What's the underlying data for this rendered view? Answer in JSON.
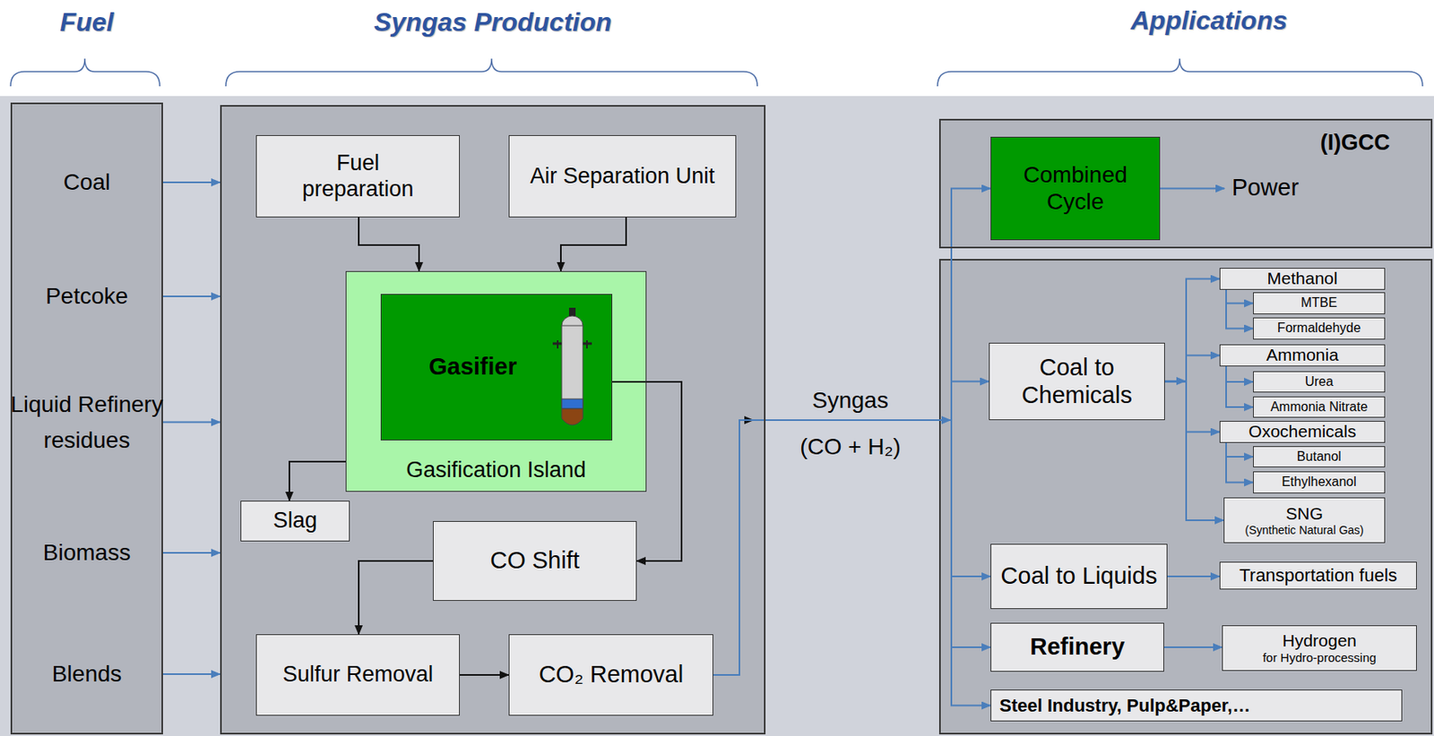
{
  "diagram": {
    "nodes": [
      {
        "text": [
          "Fuel"
        ]
      },
      {
        "text": [
          "Coal"
        ],
        "in": 0
      },
      {
        "text": [
          "Petcoke"
        ],
        "in": 0
      },
      {
        "text": [
          "Liquid Refinery residues"
        ],
        "in": 0
      },
      {
        "text": [
          "Biomass"
        ],
        "in": 0
      },
      {
        "text": [
          "Blends"
        ],
        "in": 0
      },
      {
        "text": [
          "Syngas Production"
        ]
      },
      {
        "text": [
          "Fuel preparation"
        ],
        "in": 6
      },
      {
        "text": [
          "Air Separation Unit"
        ],
        "in": 6
      },
      {
        "text": [
          "Gasification Island"
        ],
        "in": 6
      },
      {
        "text": [
          "Gasifier"
        ],
        "in": 9
      },
      {
        "text": [
          "Slag"
        ],
        "in": 6
      },
      {
        "text": [
          "CO Shift"
        ],
        "in": 6
      },
      {
        "text": [
          "Sulfur Removal"
        ],
        "in": 6
      },
      {
        "text": [
          "CO₂ Removal"
        ],
        "in": 6
      },
      {
        "text": [
          "(I)GCC"
        ]
      },
      {
        "text": [
          "Combined Cycle"
        ],
        "in": 15
      },
      {
        "text": [
          "Power"
        ],
        "in": 15
      },
      {
        "text": [
          "Coal to Chemicals"
        ]
      },
      {
        "text": [
          "Methanol"
        ]
      },
      {
        "text": [
          "MTBE"
        ]
      },
      {
        "text": [
          "Formaldehyde"
        ]
      },
      {
        "text": [
          "Ammonia"
        ]
      },
      {
        "text": [
          "Urea"
        ]
      },
      {
        "text": [
          "Ammonia Nitrate"
        ]
      },
      {
        "text": [
          "Oxochemicals"
        ]
      },
      {
        "text": [
          "Butanol"
        ]
      },
      {
        "text": [
          "Ethylhexanol"
        ]
      },
      {
        "text": [
          "SNG",
          "(Synthetic Natural Gas)"
        ]
      },
      {
        "text": [
          "Coal to Liquids"
        ]
      },
      {
        "text": [
          "Transportation fuels"
        ]
      },
      {
        "text": [
          "Refinery"
        ]
      },
      {
        "text": [
          "Hydrogen",
          "for Hydro-processing"
        ]
      },
      {
        "text": [
          "Steel Industry, Pulp&Paper,…"
        ]
      }
    ],
    "edges": [
      {
        "from": 1,
        "to": 6,
        "arrow": "to"
      },
      {
        "from": 2,
        "to": 6,
        "arrow": "to"
      },
      {
        "from": 3,
        "to": 6,
        "arrow": "to"
      },
      {
        "from": 4,
        "to": 6,
        "arrow": "to"
      },
      {
        "from": 5,
        "to": 6,
        "arrow": "to"
      },
      {
        "from": 7,
        "to": 9,
        "arrow": "to"
      },
      {
        "from": 8,
        "to": 9,
        "arrow": "to"
      },
      {
        "from": 9,
        "to": 11,
        "arrow": "to"
      },
      {
        "from": 10,
        "to": 12,
        "arrow": "to"
      },
      {
        "from": 12,
        "to": 13,
        "arrow": "to"
      },
      {
        "from": 13,
        "to": 14,
        "arrow": "to"
      },
      {
        "from": 14,
        "to": 16,
        "arrow": "to"
      },
      {
        "from": 14,
        "to": 18,
        "arrow": "to"
      },
      {
        "from": 14,
        "to": 29,
        "arrow": "to"
      },
      {
        "from": 14,
        "to": 31,
        "arrow": "to"
      },
      {
        "from": 14,
        "to": 33,
        "arrow": "to"
      },
      {
        "from": 16,
        "to": 17,
        "arrow": "to"
      },
      {
        "from": 18,
        "to": 19,
        "arrow": "to"
      },
      {
        "from": 18,
        "to": 22,
        "arrow": "to"
      },
      {
        "from": 18,
        "to": 25,
        "arrow": "to"
      },
      {
        "from": 18,
        "to": 28,
        "arrow": "to"
      },
      {
        "from": 19,
        "to": 20,
        "arrow": "to"
      },
      {
        "from": 19,
        "to": 21,
        "arrow": "to"
      },
      {
        "from": 22,
        "to": 23,
        "arrow": "to"
      },
      {
        "from": 22,
        "to": 24,
        "arrow": "to"
      },
      {
        "from": 25,
        "to": 26,
        "arrow": "to"
      },
      {
        "from": 25,
        "to": 27,
        "arrow": "to"
      },
      {
        "from": 29,
        "to": 30,
        "arrow": "to"
      },
      {
        "from": 31,
        "to": 32,
        "arrow": "to"
      }
    ],
    "labels": [
      "Applications",
      "Syngas",
      "(CO + H₂)"
    ]
  }
}
